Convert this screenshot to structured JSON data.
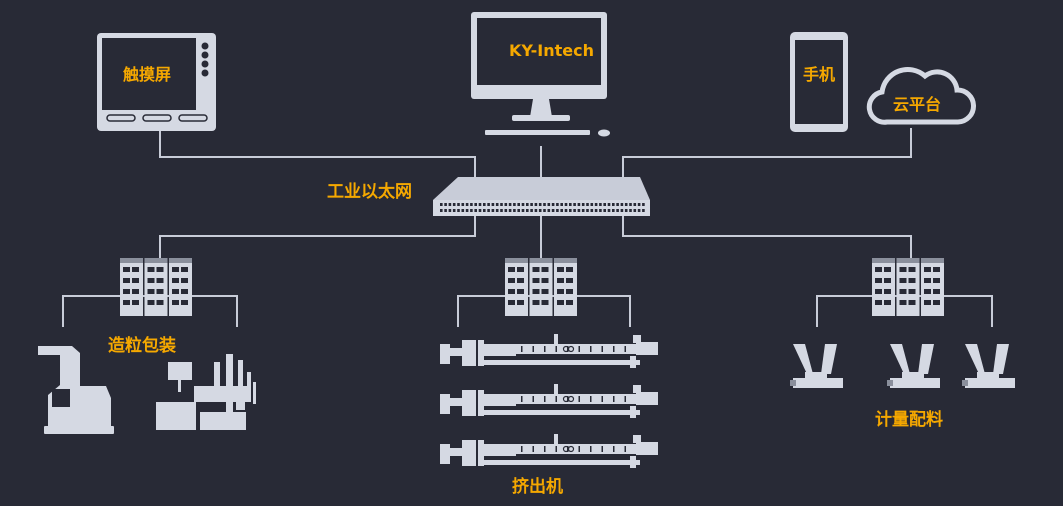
{
  "labels": {
    "touchscreen": "触摸屏",
    "pc": "KY-Intech",
    "phone": "手机",
    "cloud": "云平台",
    "ethernet": "工业以太网",
    "granulation": "造粒包装",
    "extruder": "挤出机",
    "dosing": "计量配料"
  },
  "colors": {
    "background": "#282a36",
    "accent": "#f5a800",
    "line": "#c8ccd8",
    "device": "#d5d9e3"
  }
}
